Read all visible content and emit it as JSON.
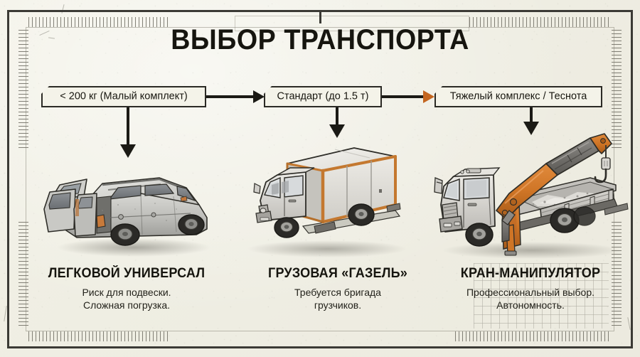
{
  "poster": {
    "title": "ВЫБОР ТРАНСПОРТА",
    "background_color": "#efeee3",
    "frame_color": "#3b3a35",
    "accent_color": "#c4651f",
    "ink_color": "#16150f"
  },
  "flow": {
    "steps": [
      {
        "id": "step-1",
        "label": "< 200 кг (Малый комплект)"
      },
      {
        "id": "step-2",
        "label": "Стандарт (до 1.5 т)"
      },
      {
        "id": "step-3",
        "label": "Тяжелый комплекс / Теснота"
      }
    ],
    "connectors": [
      {
        "id": "connector-1-2",
        "direction": "right",
        "arrow_color": "#1b1a15"
      },
      {
        "id": "connector-2-3",
        "direction": "right",
        "arrow_color": "#c4651f"
      }
    ]
  },
  "columns": [
    {
      "id": "column-car",
      "vehicle": "station-wagon",
      "title": "ЛЕГКОВОЙ УНИВЕРСАЛ",
      "note_line1": "Риск для подвески.",
      "note_line2": "Сложная погрузка."
    },
    {
      "id": "column-van",
      "vehicle": "box-truck-gazelle",
      "title": "ГРУЗОВАЯ «ГАЗЕЛЬ»",
      "note_line1": "Требуется бригада",
      "note_line2": "грузчиков."
    },
    {
      "id": "column-crane",
      "vehicle": "crane-manipulator-truck",
      "title": "КРАН-МАНИПУЛЯТОР",
      "note_line1": "Профессиональный выбор.",
      "note_line2": "Автономность."
    }
  ]
}
